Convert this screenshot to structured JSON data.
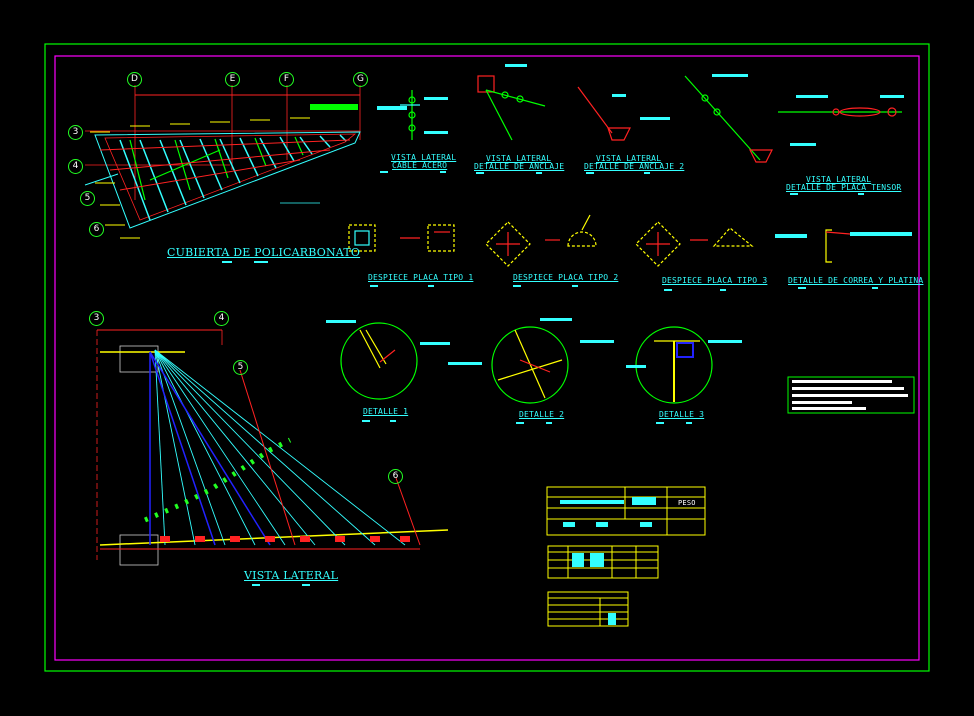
{
  "titles": {
    "roof": "CUBIERTA DE POLICARBONATO",
    "side": "VISTA LATERAL"
  },
  "details": {
    "d1": [
      "VISTA LATERAL",
      "CABLE ACERO"
    ],
    "d2": [
      "VISTA LATERAL",
      "DETALLE DE ANCLAJE"
    ],
    "d3": [
      "VISTA LATERAL",
      "DETALLE DE ANCLAJE 2"
    ],
    "d4": [
      "VISTA LATERAL",
      "DETALLE DE PLACA TENSOR"
    ],
    "p1": "DESPIECE PLACA TIPO 1",
    "p2": "DESPIECE PLACA TIPO 2",
    "p3": "DESPIECE PLACA TIPO 3",
    "p4": "DETALLE DE CORREA Y PLATINA",
    "c1": "DETALLE 1",
    "c2": "DETALLE 2",
    "c3": "DETALLE 3"
  },
  "axes": {
    "top": [
      "D",
      "E",
      "F",
      "G"
    ],
    "left": [
      "3",
      "4",
      "5",
      "6"
    ],
    "side_top": [
      "3",
      "4"
    ],
    "side_mid": [
      "5",
      "6"
    ]
  },
  "table": {
    "peso": "PESO"
  },
  "colors": {
    "frame": "#00ff00",
    "border": "#ff00ff",
    "text": "#33ffff",
    "member": "#ffff00",
    "steel": "#ff2020"
  }
}
